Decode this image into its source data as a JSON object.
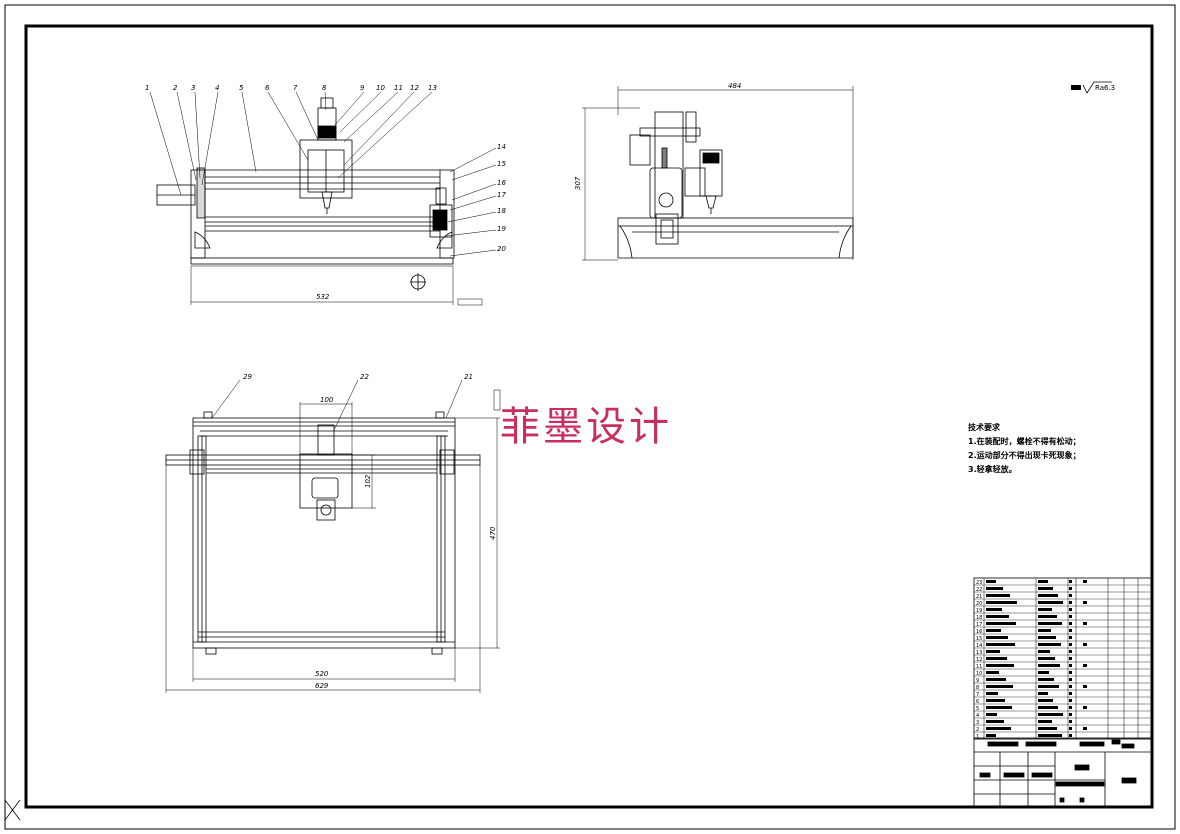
{
  "watermark": "菲墨设计",
  "roughness": "Ra6.3",
  "front_view": {
    "part_numbers": [
      "1",
      "2",
      "3",
      "4",
      "5",
      "6",
      "7",
      "8",
      "9",
      "10",
      "11",
      "12",
      "13"
    ],
    "right_numbers": [
      "14",
      "15",
      "16",
      "17",
      "18",
      "19",
      "20"
    ],
    "width_dim": "532"
  },
  "side_view": {
    "width_dim": "484",
    "height_dim": "307"
  },
  "top_view": {
    "labels": [
      "29",
      "22",
      "21"
    ],
    "dim_carriage_w": "100",
    "dim_carriage_h": "102",
    "dim_height": "470",
    "dim_inner_w": "520",
    "dim_outer_w": "629"
  },
  "tech_requirements": {
    "title": "技术要求",
    "items": [
      "1.在装配时，螺栓不得有松动；",
      "2.运动部分不得出现卡死现象；",
      "3.轻拿轻放。"
    ]
  },
  "bom_row_numbers": [
    "23",
    "22",
    "21",
    "20",
    "19",
    "18",
    "17",
    "16",
    "15",
    "14",
    "13",
    "12",
    "11",
    "10",
    "9",
    "8",
    "7",
    "6",
    "5",
    "4",
    "3",
    "2",
    "1"
  ]
}
